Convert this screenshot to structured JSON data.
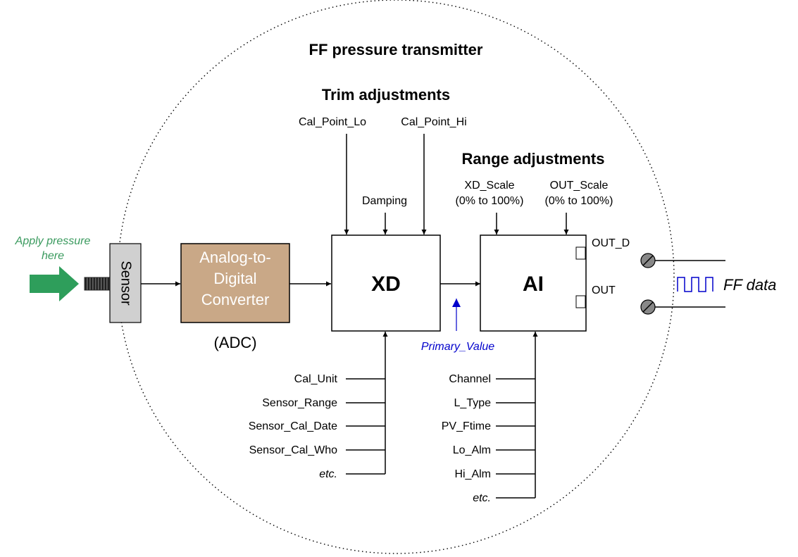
{
  "title": "FF pressure transmitter",
  "apply_pressure": [
    "Apply pressure",
    "here"
  ],
  "sensor_label": "Sensor",
  "adc": {
    "lines": [
      "Analog-to-",
      "Digital",
      "Converter"
    ],
    "abbrev": "(ADC)",
    "fill": "#c9a887"
  },
  "trim": {
    "heading": "Trim adjustments",
    "cal_point_lo": "Cal_Point_Lo",
    "cal_point_hi": "Cal_Point_Hi",
    "damping": "Damping"
  },
  "range": {
    "heading": "Range adjustments",
    "xd_scale": [
      "XD_Scale",
      "(0% to 100%)"
    ],
    "out_scale": [
      "OUT_Scale",
      "(0% to 100%)"
    ]
  },
  "xd_block": "XD",
  "ai_block": "AI",
  "primary_value": "Primary_Value",
  "out_d": "OUT_D",
  "out": "OUT",
  "ff_data": "FF data",
  "xd_params": [
    "Cal_Unit",
    "Sensor_Range",
    "Sensor_Cal_Date",
    "Sensor_Cal_Who",
    "etc."
  ],
  "ai_params": [
    "Channel",
    "L_Type",
    "PV_Ftime",
    "Lo_Alm",
    "Hi_Alm",
    "etc."
  ],
  "colors": {
    "arrow_green": "#2e9e5b",
    "label_green": "#3a9a5e",
    "primary_value_blue": "#0000cc",
    "sensor_fill": "#d0d0d0"
  }
}
